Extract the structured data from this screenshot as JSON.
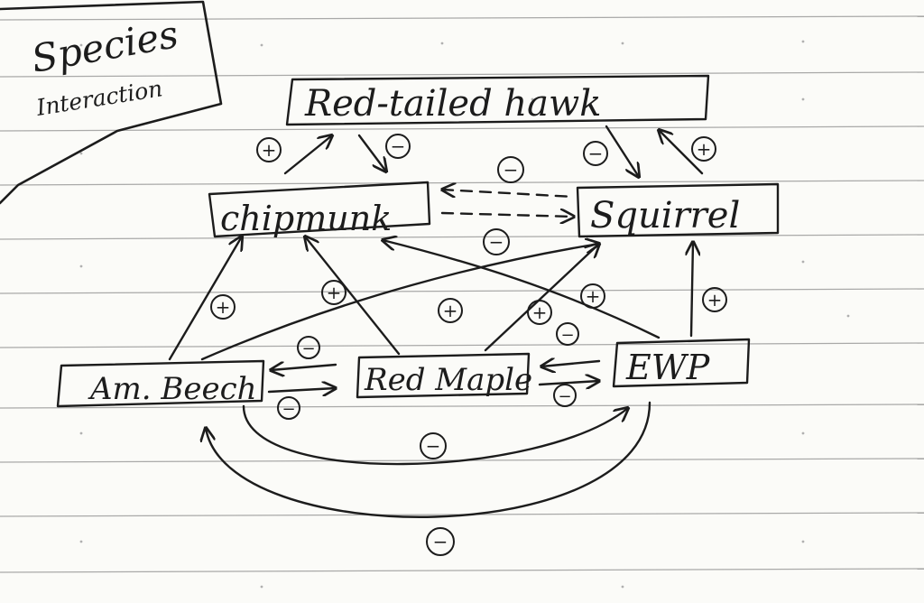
{
  "title": {
    "line1": "Species",
    "line2": "Interaction"
  },
  "nodes": {
    "hawk": "Red-tailed hawk",
    "chipmunk": "chipmunk",
    "squirrel": "Squirrel",
    "beech": "Am. Beech",
    "maple": "Red Maple",
    "ewp": "EWP"
  },
  "signs": {
    "chipmunk_to_hawk": "+",
    "hawk_to_chipmunk": "−",
    "hawk_to_squirrel": "−",
    "squirrel_to_hawk": "+",
    "chipmunk_squirrel_top": "−",
    "chipmunk_squirrel_bottom": "−",
    "beech_to_chipmunk": "+",
    "maple_to_chipmunk": "+",
    "beech_to_squirrel": "+",
    "maple_to_squirrel": "+",
    "ewp_to_chipmunk": "+",
    "ewp_to_squirrel": "+",
    "maple_to_beech": "−",
    "beech_to_maple": "−",
    "ewp_to_maple": "−",
    "maple_to_ewp": "−",
    "beech_to_ewp": "−",
    "ewp_to_beech": "−"
  }
}
